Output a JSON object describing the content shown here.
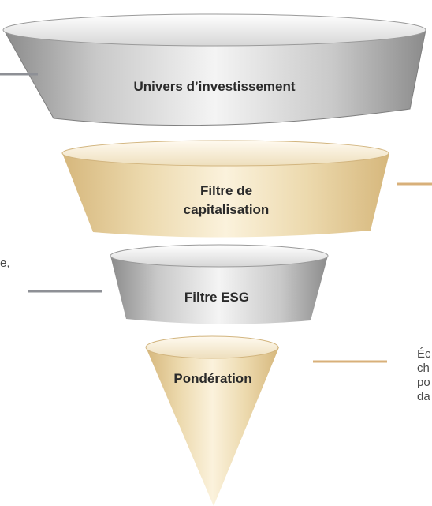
{
  "stages": [
    {
      "label": "Univers d’investissement",
      "color": "#bdbdbd"
    },
    {
      "label": "Filtre de capitalisation",
      "color": "#e7d2a3"
    },
    {
      "label": "Filtre ESG",
      "color": "#bdbdbd"
    },
    {
      "label": "Pondération",
      "color": "#e7d2a3"
    }
  ],
  "side_text": {
    "esg_left": "e,",
    "weighting_right": [
      "Éc",
      "ch",
      "po",
      "da"
    ]
  },
  "colors": {
    "silver": "#bdbdbd",
    "gold": "#e7d2a3",
    "connector_gray": "#8e9096",
    "connector_gold": "#d8b07a"
  }
}
